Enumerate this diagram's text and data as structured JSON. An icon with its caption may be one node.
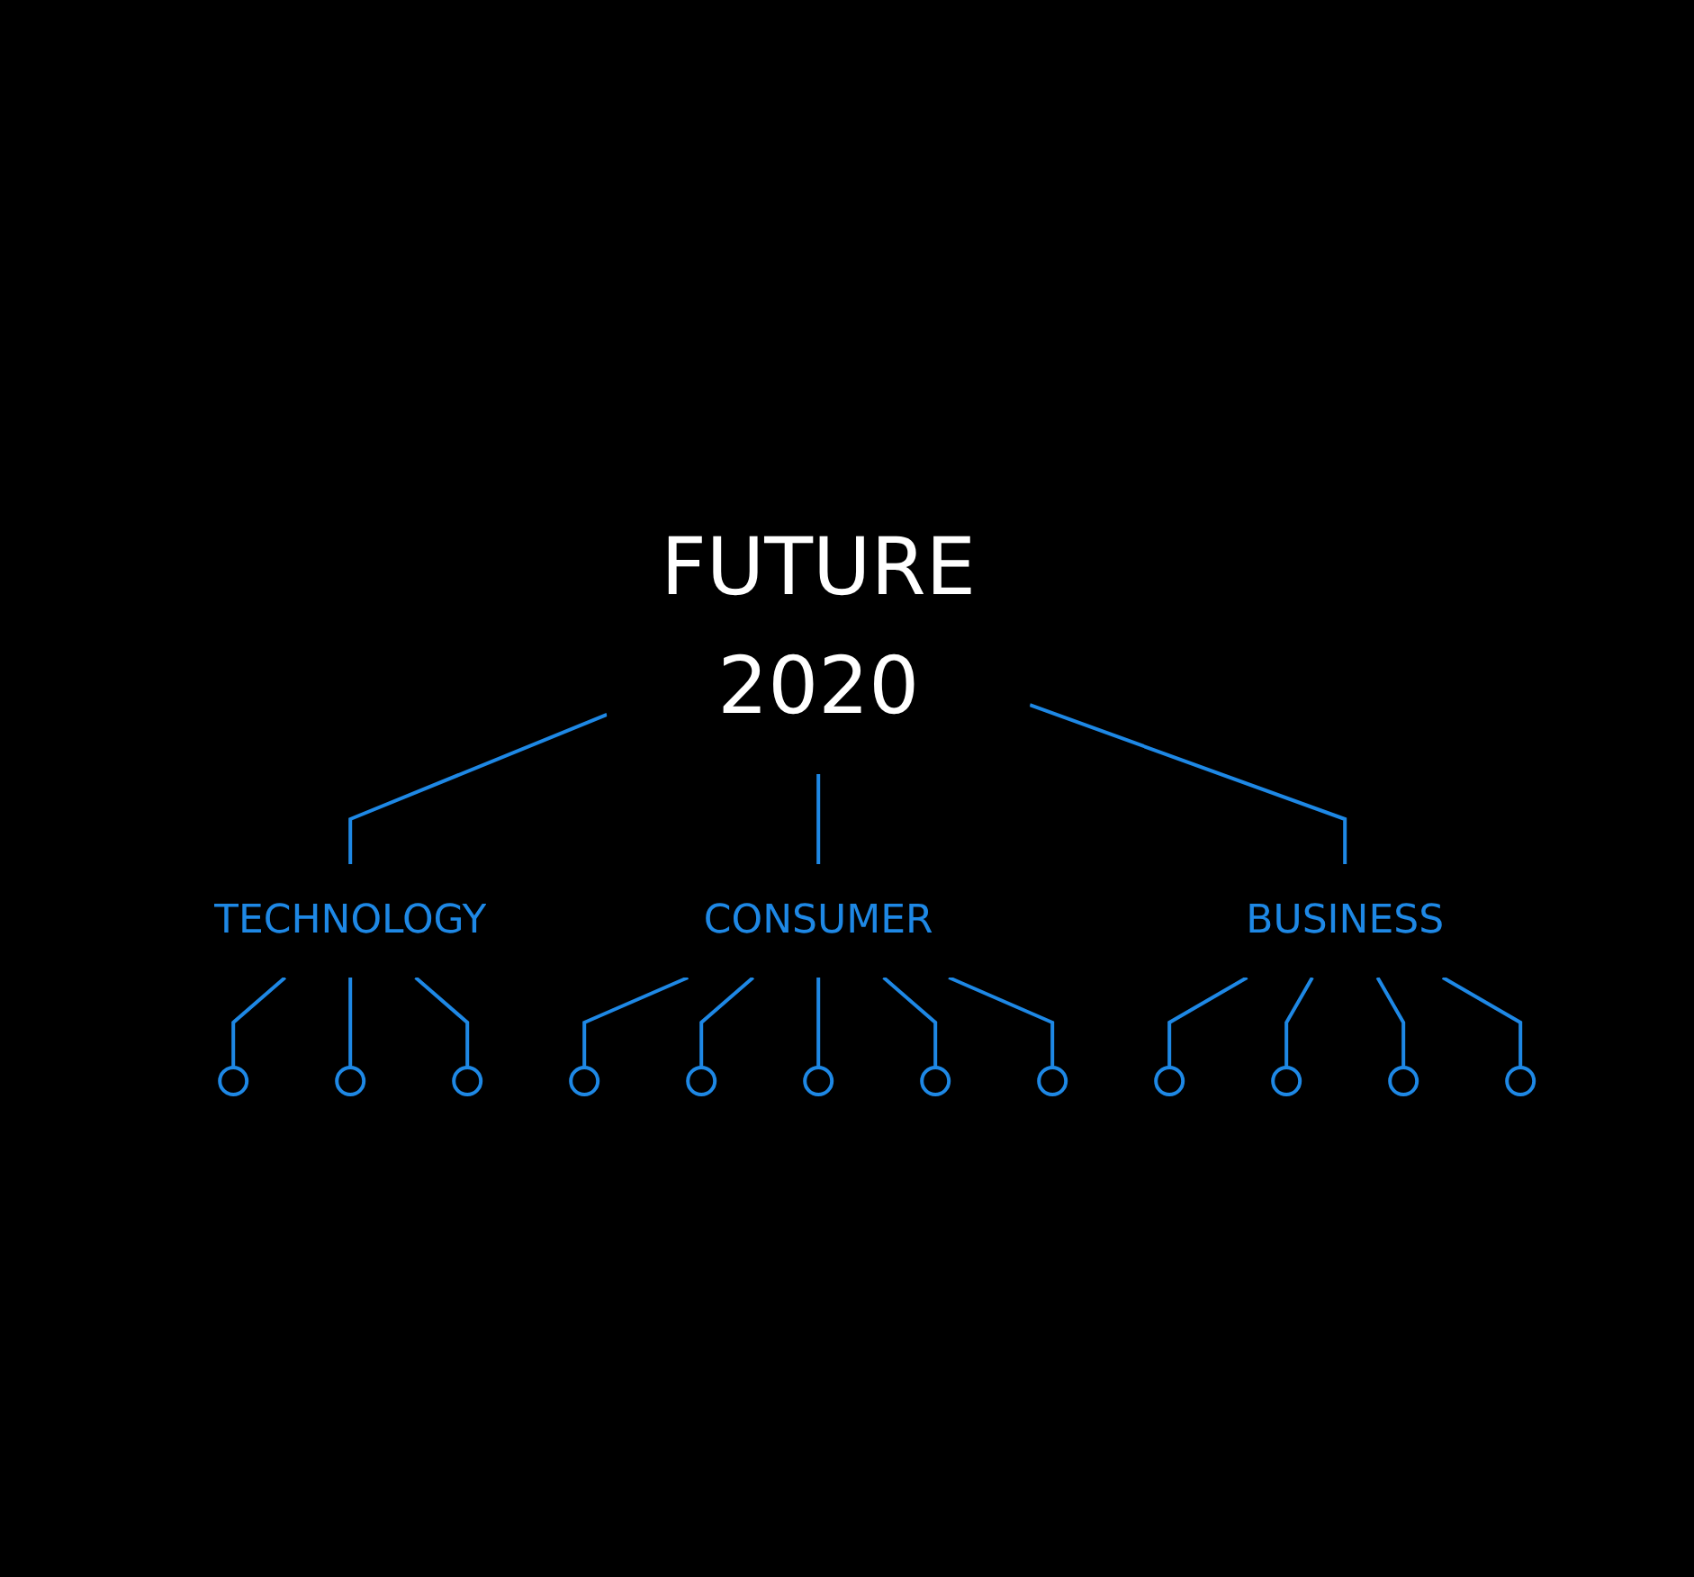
{
  "diagram": {
    "nodes": [
      {
        "text": [
          "FUTURE",
          "2020"
        ]
      },
      {
        "text": [
          "TECHNOLOGY"
        ]
      },
      {
        "text": [],
        "shape": "circle"
      },
      {
        "text": [],
        "shape": "circle"
      },
      {
        "text": [],
        "shape": "circle"
      },
      {
        "text": [
          "CONSUMER"
        ]
      },
      {
        "text": [],
        "shape": "circle"
      },
      {
        "text": [],
        "shape": "circle"
      },
      {
        "text": [],
        "shape": "circle"
      },
      {
        "text": [],
        "shape": "circle"
      },
      {
        "text": [],
        "shape": "circle"
      },
      {
        "text": [
          "BUSINESS"
        ]
      },
      {
        "text": [],
        "shape": "circle"
      },
      {
        "text": [],
        "shape": "circle"
      },
      {
        "text": [],
        "shape": "circle"
      },
      {
        "text": [],
        "shape": "circle"
      }
    ],
    "edges": [
      {
        "from": 0,
        "to": 1,
        "arrow": "none"
      },
      {
        "from": 0,
        "to": 5,
        "arrow": "none"
      },
      {
        "from": 0,
        "to": 11,
        "arrow": "none"
      },
      {
        "from": 1,
        "to": 2,
        "arrow": "none"
      },
      {
        "from": 1,
        "to": 3,
        "arrow": "none"
      },
      {
        "from": 1,
        "to": 4,
        "arrow": "none"
      },
      {
        "from": 5,
        "to": 6,
        "arrow": "none"
      },
      {
        "from": 5,
        "to": 7,
        "arrow": "none"
      },
      {
        "from": 5,
        "to": 8,
        "arrow": "none"
      },
      {
        "from": 5,
        "to": 9,
        "arrow": "none"
      },
      {
        "from": 5,
        "to": 10,
        "arrow": "none"
      },
      {
        "from": 11,
        "to": 12,
        "arrow": "none"
      },
      {
        "from": 11,
        "to": 13,
        "arrow": "none"
      },
      {
        "from": 11,
        "to": 14,
        "arrow": "none"
      },
      {
        "from": 11,
        "to": 15,
        "arrow": "none"
      }
    ]
  }
}
